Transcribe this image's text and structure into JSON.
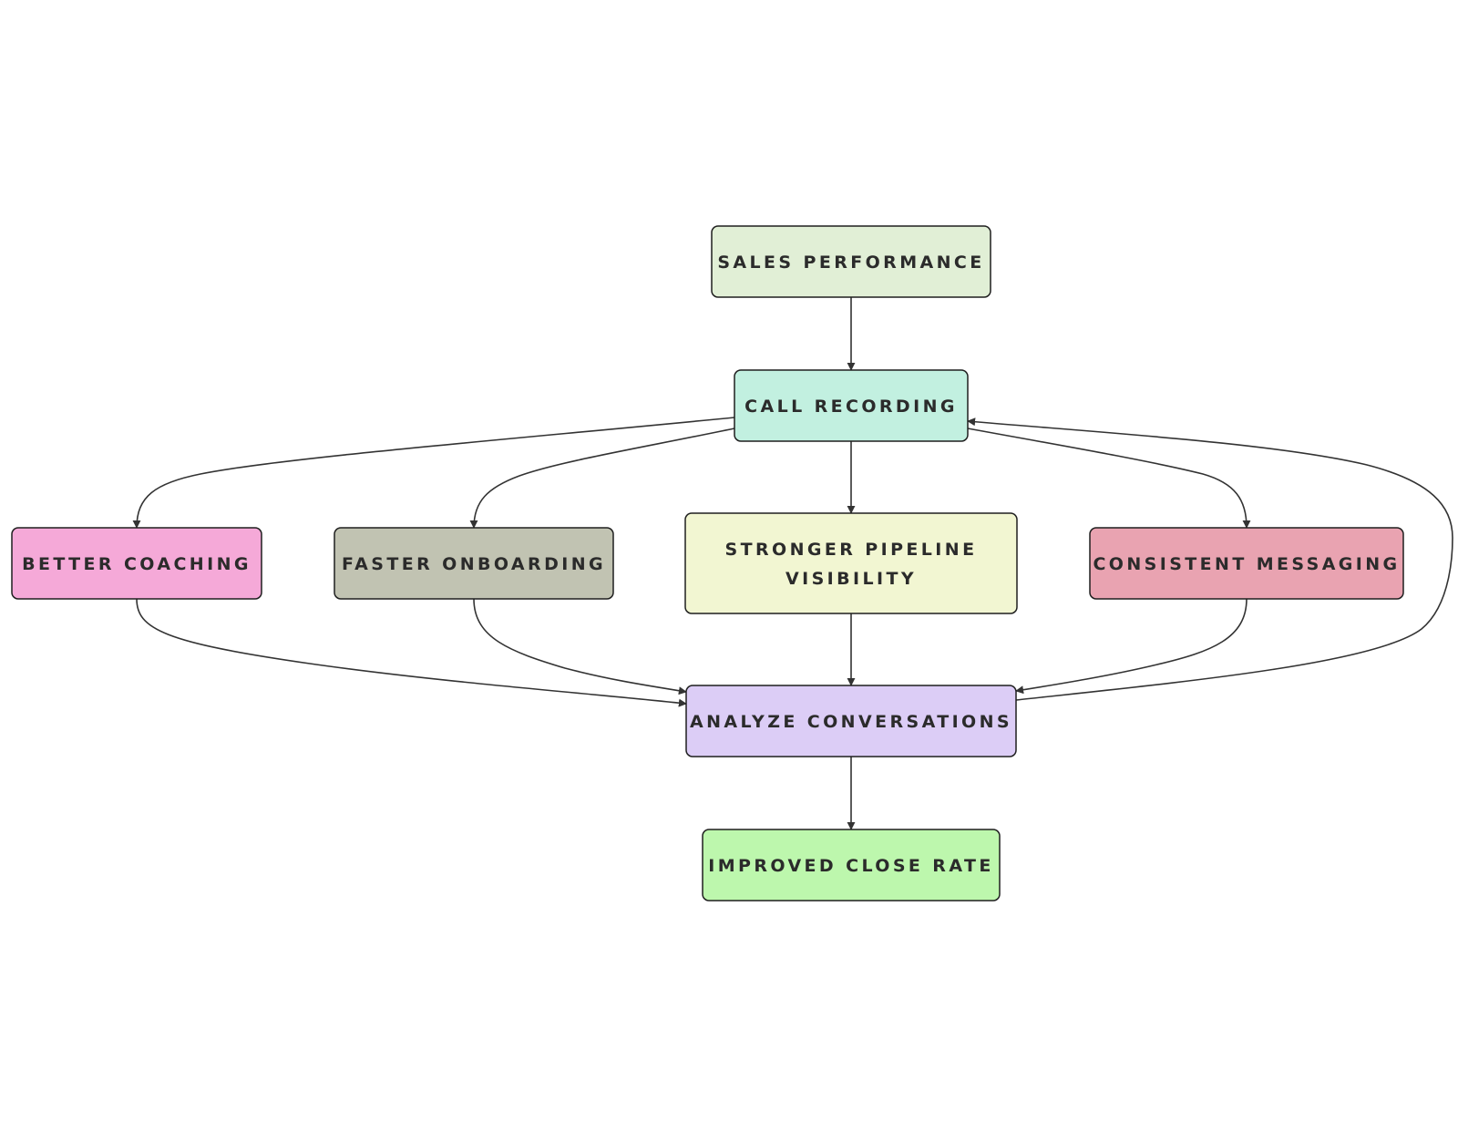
{
  "diagram": {
    "nodes": [
      {
        "id": "sales-performance",
        "label": [
          "SALES PERFORMANCE"
        ],
        "fill": "#e1efd6"
      },
      {
        "id": "call-recording",
        "label": [
          "CALL RECORDING"
        ],
        "fill": "#c2f0e0"
      },
      {
        "id": "better-coaching",
        "label": [
          "BETTER COACHING"
        ],
        "fill": "#f5a9d8"
      },
      {
        "id": "faster-onboarding",
        "label": [
          "FASTER ONBOARDING"
        ],
        "fill": "#c1c3b2"
      },
      {
        "id": "stronger-pipeline-visibility",
        "label": [
          "STRONGER PIPELINE",
          "VISIBILITY"
        ],
        "fill": "#f2f6d2"
      },
      {
        "id": "consistent-messaging",
        "label": [
          "CONSISTENT MESSAGING"
        ],
        "fill": "#e9a3b1"
      },
      {
        "id": "analyze-conversations",
        "label": [
          "ANALYZE CONVERSATIONS"
        ],
        "fill": "#dccdf6"
      },
      {
        "id": "improved-close-rate",
        "label": [
          "IMPROVED CLOSE RATE"
        ],
        "fill": "#bdf7ad"
      }
    ],
    "edges": [
      {
        "from": "sales-performance",
        "to": "call-recording"
      },
      {
        "from": "call-recording",
        "to": "better-coaching"
      },
      {
        "from": "call-recording",
        "to": "faster-onboarding"
      },
      {
        "from": "call-recording",
        "to": "stronger-pipeline-visibility"
      },
      {
        "from": "call-recording",
        "to": "consistent-messaging"
      },
      {
        "from": "better-coaching",
        "to": "analyze-conversations"
      },
      {
        "from": "faster-onboarding",
        "to": "analyze-conversations"
      },
      {
        "from": "stronger-pipeline-visibility",
        "to": "analyze-conversations"
      },
      {
        "from": "consistent-messaging",
        "to": "analyze-conversations"
      },
      {
        "from": "analyze-conversations",
        "to": "call-recording"
      },
      {
        "from": "analyze-conversations",
        "to": "improved-close-rate"
      }
    ]
  }
}
